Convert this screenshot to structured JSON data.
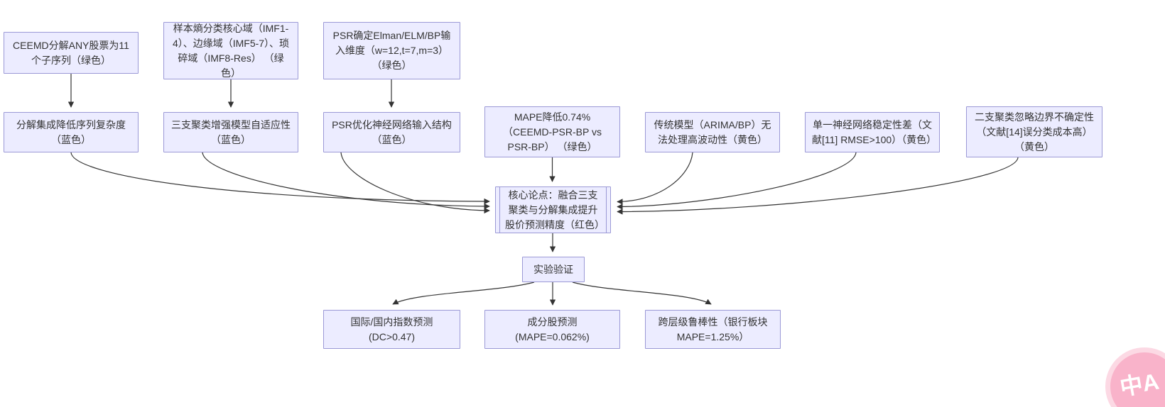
{
  "colors": {
    "node_fill": "#ECECFF",
    "node_border": "#9b99d6",
    "arrow": "#333333",
    "text": "#333333",
    "badge_pink": "#f9b3ca",
    "badge_ring": "#fcd9e4",
    "badge_text": "#ffffff"
  },
  "nodes": {
    "ceemd": {
      "label": "CEEMD分解ANY股票为11个子序列（绿色）"
    },
    "entropy": {
      "label": "样本熵分类核心域（IMF1-4）、边缘域（IMF5-7）、琐碎域（IMF8-Res） （绿色）"
    },
    "psr_input": {
      "label": "PSR确定Elman/ELM/BP输入维度（w=12,t=7,m=3） （绿色）"
    },
    "decomp": {
      "label": "分解集成降低序列复杂度（蓝色）"
    },
    "three_way": {
      "label": "三支聚类增强模型自适应性（蓝色）"
    },
    "psr_opt": {
      "label": "PSR优化神经网络输入结构（蓝色）"
    },
    "mape": {
      "label": "MAPE降低0.74%（CEEMD-PSR-BP vs PSR-BP） （绿色）"
    },
    "traditional": {
      "label": "传统模型（ARIMA/BP）无法处理高波动性（黄色）"
    },
    "single_nn": {
      "label": "单一神经网络稳定性差（文献[11] RMSE>100）（黄色）"
    },
    "two_way": {
      "label": "二支聚类忽略边界不确定性（文献[14]误分类成本高）（黄色）"
    },
    "core": {
      "label": "核心论点：融合三支聚类与分解集成提升股价预测精度（红色）"
    },
    "experiment": {
      "label": "实验验证"
    },
    "index_pred": {
      "label": "国际/国内指数预测 (DC>0.47)"
    },
    "stock_pred": {
      "label": "成分股预测 (MAPE=0.062%)"
    },
    "robustness": {
      "label": "跨层级鲁棒性（银行板块 MAPE=1.25%）"
    }
  },
  "watermark": {
    "label": "中A"
  }
}
